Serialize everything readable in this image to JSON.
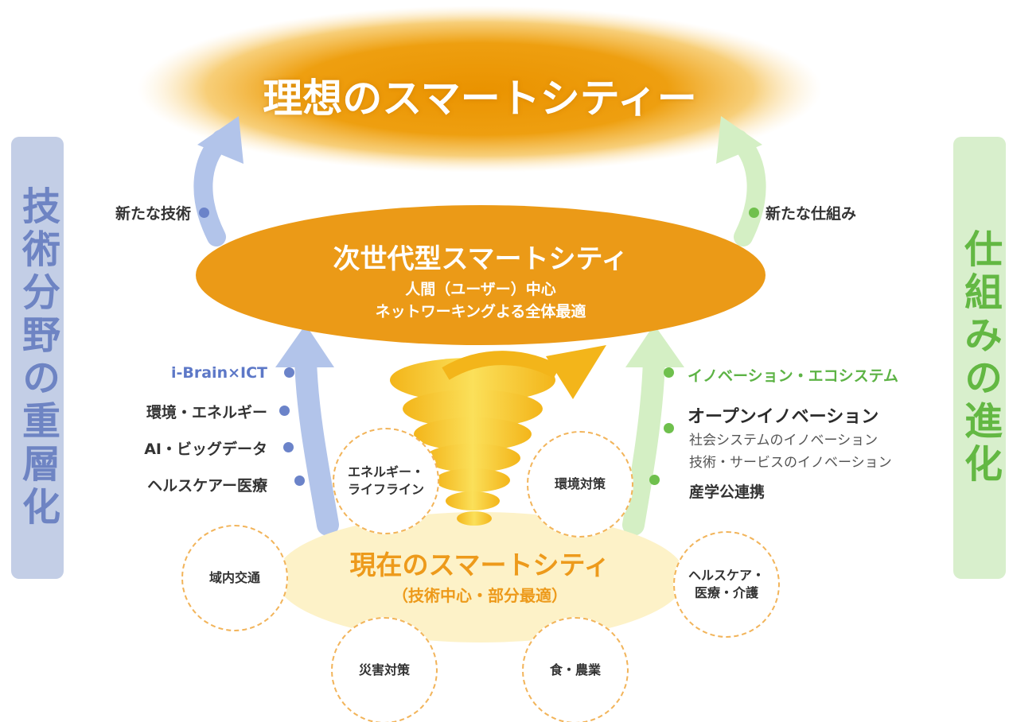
{
  "ideal_city": {
    "title": "理想のスマートシティー"
  },
  "left_banner": {
    "text": "技術分野の重層化",
    "color": "#6e84c3"
  },
  "right_banner": {
    "text": "仕組みの進化",
    "color": "#63b843"
  },
  "next_gen_city": {
    "title": "次世代型スマートシティ",
    "line1": "人間（ユーザー）中心",
    "line2": "ネットワーキングよる全体最適"
  },
  "upper_left_label": "新たな技術",
  "upper_right_label": "新たな仕組み",
  "left_items": [
    {
      "label": "i-Brain×ICT",
      "highlight": true
    },
    {
      "label": "環境・エネルギー",
      "highlight": false
    },
    {
      "label": "AI・ビッグデータ",
      "highlight": false
    },
    {
      "label": "ヘルスケアー医療",
      "highlight": false
    }
  ],
  "right_items": {
    "heading": "イノベーション・エコシステム",
    "open_innovation": "オープンイノベーション",
    "sub1": "社会システムのイノベーション",
    "sub2": "技術・サービスのイノベーション",
    "industry": "産学公連携"
  },
  "current_city": {
    "title": "現在のスマートシティ",
    "subtitle": "（技術中心・部分最適）"
  },
  "domains": [
    {
      "label": "エネルギー・\nライフライン"
    },
    {
      "label": "環境対策"
    },
    {
      "label": "域内交通"
    },
    {
      "label": "ヘルスケア・\n医療・介護"
    },
    {
      "label": "災害対策"
    },
    {
      "label": "食・農業"
    }
  ],
  "colors": {
    "orange": "#eb9a17",
    "current_fill": "#fdf2c8",
    "blue_arrow": "#b2c4ea",
    "green_arrow": "#d4efc4",
    "tornado": "#f5c623"
  }
}
